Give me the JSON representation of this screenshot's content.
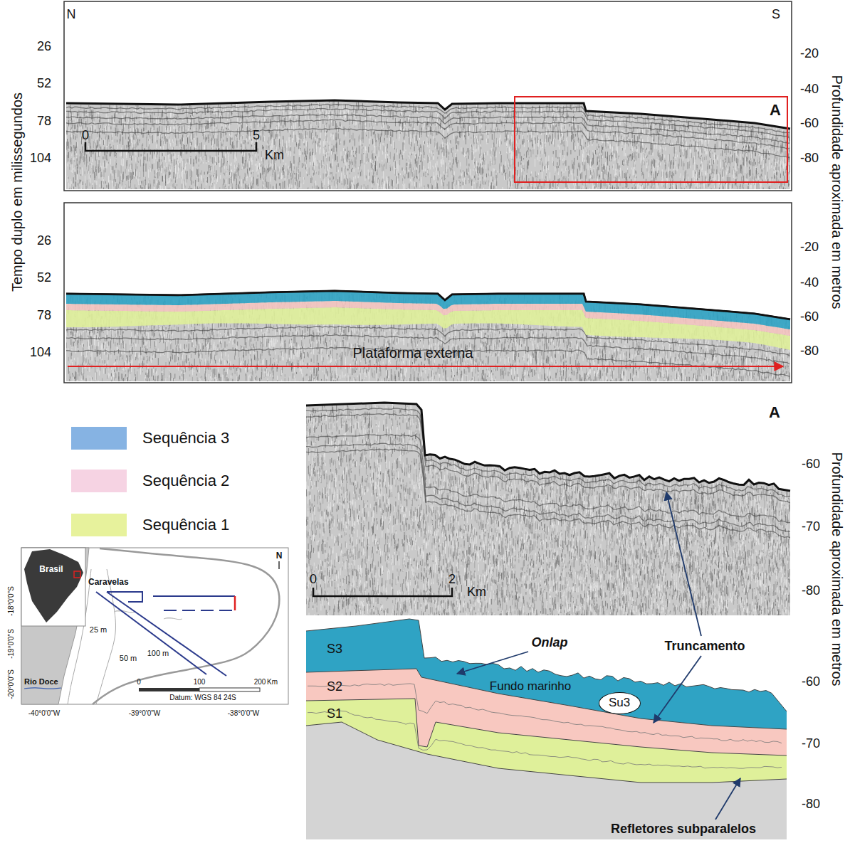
{
  "diagram": {
    "nodes": [
      {
        "text": [
          "A"
        ]
      },
      {
        "text": [
          "Su3"
        ]
      }
    ],
    "labels": [
      "N",
      "S",
      "26",
      "52",
      "78",
      "104",
      "-20",
      "-40",
      "-60",
      "-80",
      "0",
      "5",
      "Km",
      "Tempo duplo em milissegundos",
      "Profundidade aproximada em metros",
      "26",
      "52",
      "78",
      "104",
      "-20",
      "-40",
      "-60",
      "-80",
      "Plataforma externa",
      "A",
      "-60",
      "-70",
      "-80",
      "0",
      "2",
      "Km",
      "Profundidade aproximada em metros",
      "S3",
      "Onlap",
      "Fundo marinho",
      "Truncamento",
      "S2",
      "S1",
      "Refletores subparalelos",
      "-60",
      "-70",
      "-80",
      "Brasil",
      "N",
      "Caravelas",
      "-18°0'0\"S",
      "25 m",
      "-19°0'0\"S",
      "50 m",
      "Rio Doce",
      "100 m",
      "0",
      "100",
      "200",
      "Km",
      "Datum: WGS 84 24S",
      "-20°0'0\"S",
      "-40°0'0\"W",
      "-39°0'0\"W",
      "-38°0'0\"W"
    ],
    "legend": [
      {
        "text": "Sequência 3",
        "color": "#86b3e3"
      },
      {
        "text": "Sequência 2",
        "color": "#f6d3e3"
      },
      {
        "text": "Sequência 1",
        "color": "#e7f29c"
      }
    ]
  }
}
